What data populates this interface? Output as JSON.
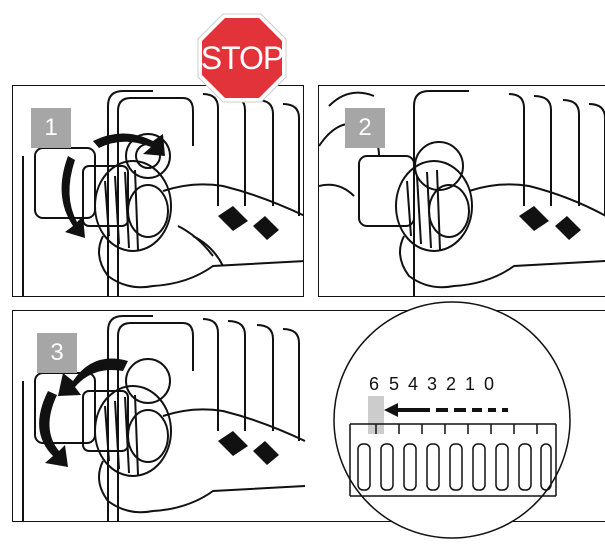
{
  "stop_sign": {
    "label": "STOP",
    "color": "#e2323a"
  },
  "steps": [
    {
      "number": "1"
    },
    {
      "number": "2"
    },
    {
      "number": "3"
    }
  ],
  "scale": {
    "numbers": [
      "6",
      "5",
      "4",
      "3",
      "2",
      "1",
      "0"
    ],
    "highlighted": "6",
    "highlight_color": "#cccccc"
  },
  "colors": {
    "badge": "#a6a6a6",
    "line": "#111111"
  }
}
